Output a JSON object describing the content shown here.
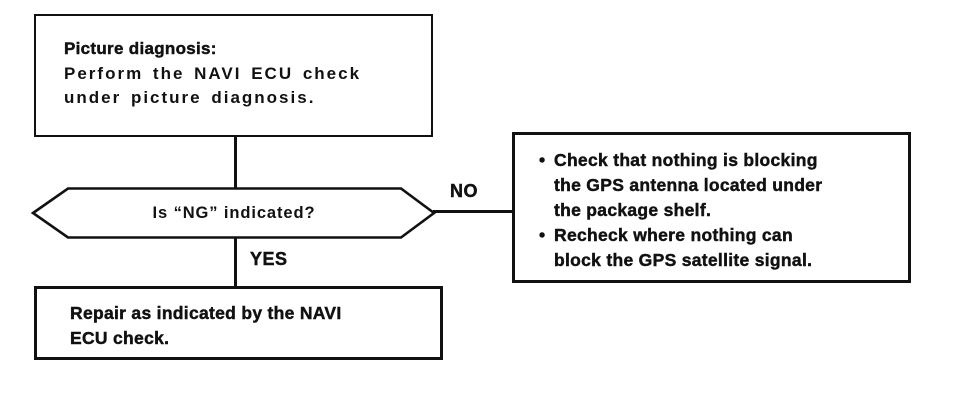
{
  "diagram": {
    "colors": {
      "ink": "#111111",
      "background": "#ffffff"
    },
    "top_box": {
      "title": "Picture diagnosis:",
      "lines": [
        "Perform the NAVI ECU check",
        "under picture diagnosis."
      ]
    },
    "decision": {
      "label": "Is “NG” indicated?"
    },
    "branches": {
      "no_label": "NO",
      "yes_label": "YES"
    },
    "right_box": {
      "items": [
        {
          "bullet": "•",
          "lines": [
            "Check that nothing is blocking",
            "the GPS antenna located under",
            "the package shelf."
          ]
        },
        {
          "bullet": "•",
          "lines": [
            "Recheck where nothing can",
            "block the GPS satellite signal."
          ]
        }
      ]
    },
    "bottom_box": {
      "lines": [
        "Repair as indicated by the NAVI",
        "ECU check."
      ]
    }
  }
}
